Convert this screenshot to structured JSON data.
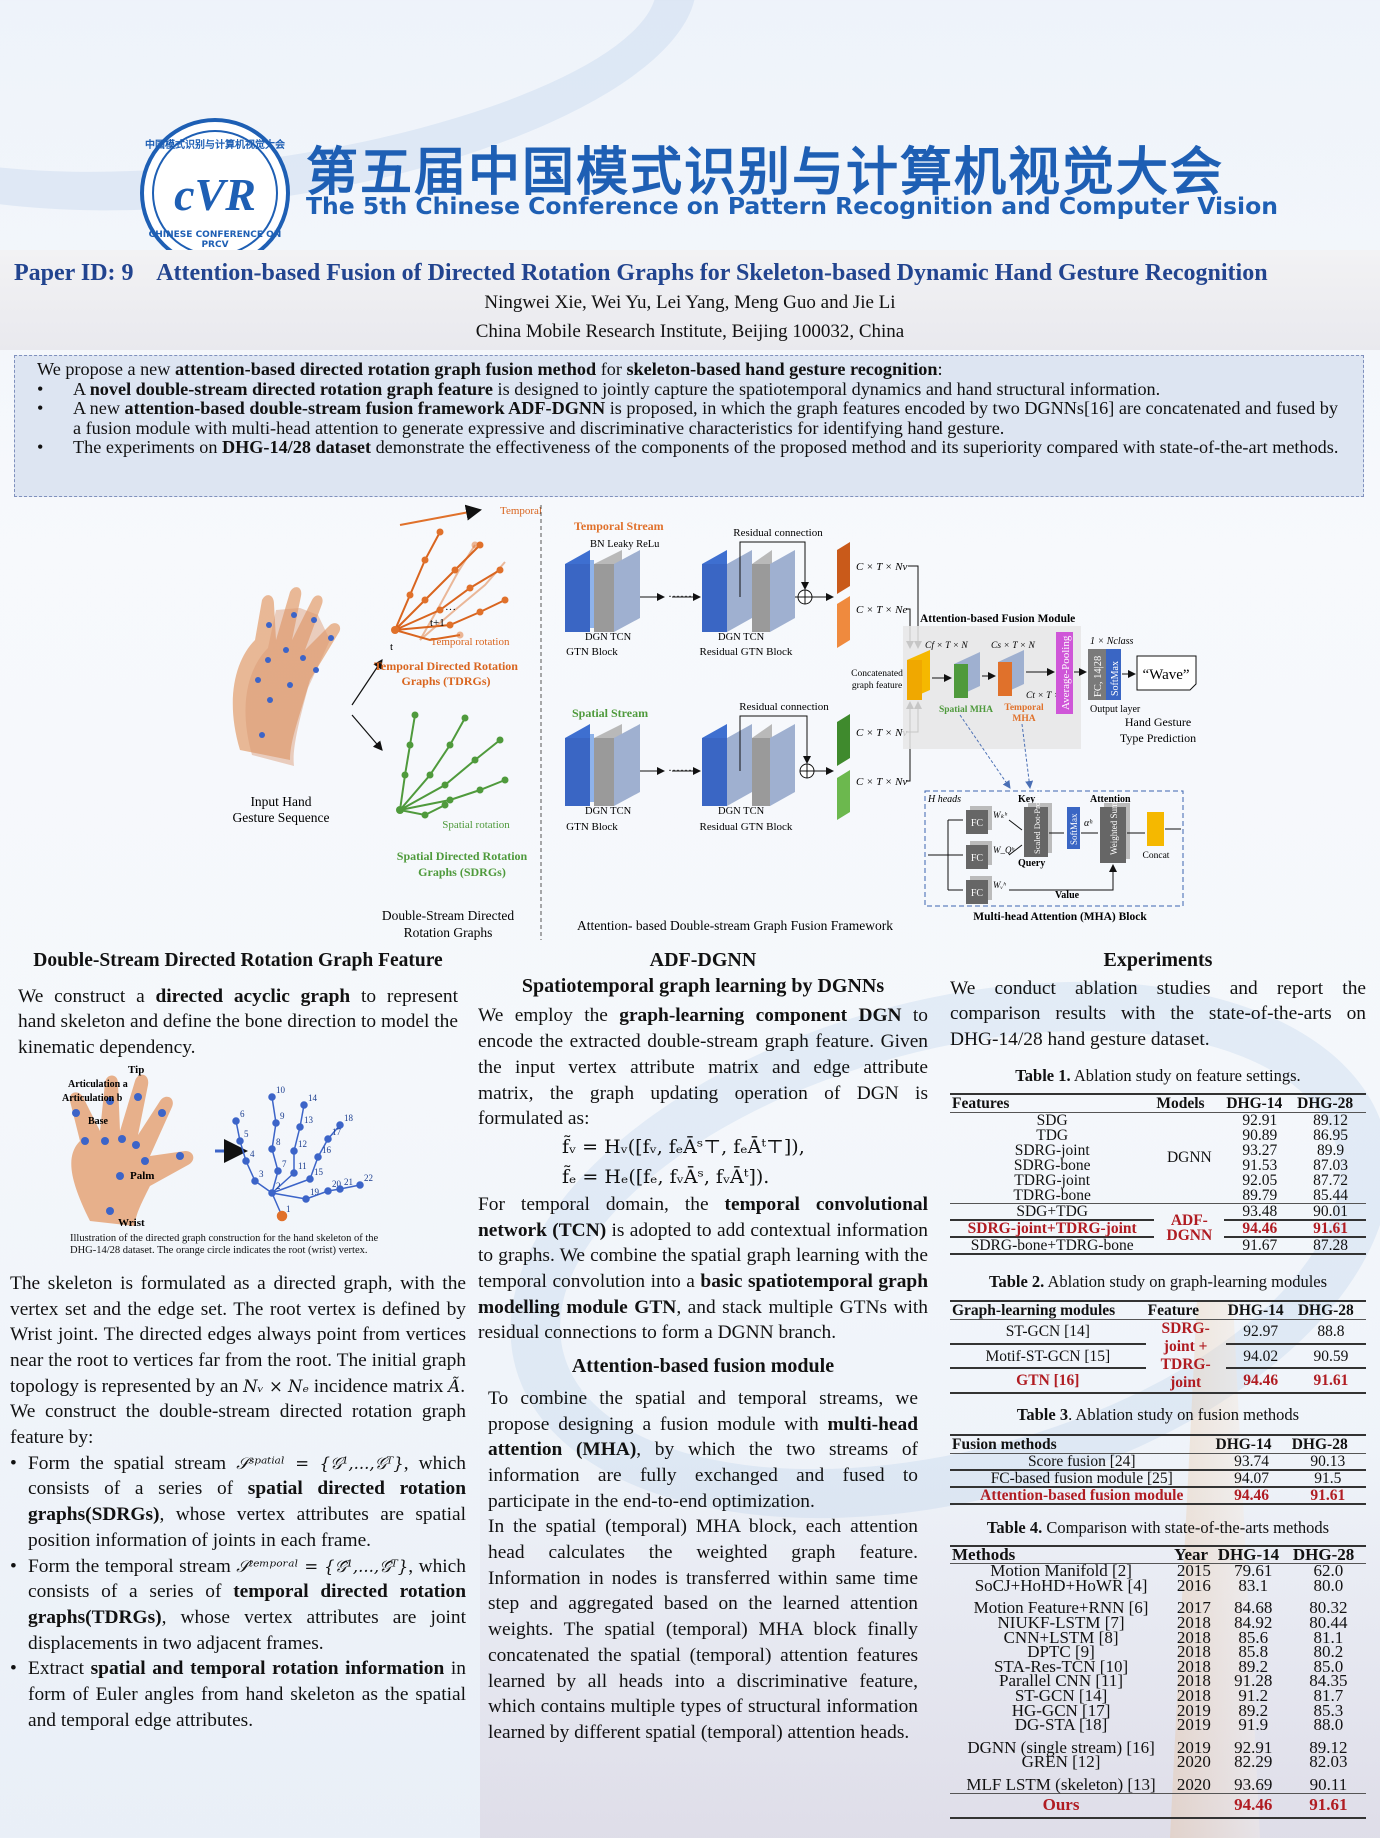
{
  "header": {
    "logo_ring_top": "中国模式识别与计算机视觉大会",
    "logo_ring_bottom": "CHINESE CONFERENCE ON PRCV",
    "logo_mark": "cVR",
    "title_cn": "第五届中国模式识别与计算机视觉大会",
    "title_en": "The 5th Chinese Conference on Pattern Recognition and Computer Vision"
  },
  "paper": {
    "title": "Paper ID: 9    Attention-based Fusion of Directed Rotation Graphs for Skeleton-based Dynamic Hand Gesture Recognition",
    "authors": "Ningwei Xie, Wei Yu, Lei Yang, Meng Guo and Jie Li",
    "affiliation": "China Mobile Research Institute, Beijing 100032, China"
  },
  "abstract": {
    "intro": [
      [
        "We propose a new ",
        ""
      ],
      [
        "attention-based directed rotation graph fusion method",
        "b"
      ],
      [
        " for ",
        ""
      ],
      [
        "skeleton-based hand gesture recognition",
        "b"
      ],
      [
        ":",
        ""
      ]
    ],
    "bullets": [
      [
        [
          "A ",
          ""
        ],
        [
          "novel double-stream directed rotation graph feature",
          "b"
        ],
        [
          " is designed to jointly capture the spatiotemporal dynamics and hand structural information.",
          ""
        ]
      ],
      [
        [
          "A new ",
          ""
        ],
        [
          "attention-based double-stream fusion framework ADF-DGNN",
          "b"
        ],
        [
          " is proposed, in which the graph features encoded by two DGNNs[16] are concatenated and fused by a fusion module with multi-head attention to generate expressive and discriminative characteristics for identifying hand gesture.",
          ""
        ]
      ],
      [
        [
          "The experiments on ",
          ""
        ],
        [
          "DHG-14/28 dataset",
          "b"
        ],
        [
          " demonstrate the effectiveness of the components of the proposed method and its superiority compared with state-of-the-art methods.",
          ""
        ]
      ]
    ]
  },
  "figure": {
    "temporal": "Temporal",
    "t": "t",
    "t1": "t+1",
    "dots": "···",
    "temporal_rotation": "Temporal rotation",
    "tdrg_1": "Temporal Directed Rotation",
    "tdrg_2": "Graphs (TDRGs)",
    "input_1": "Input Hand",
    "input_2": "Gesture Sequence",
    "spatial_rotation": "Spatial rotation",
    "sdrg_1": "Spatial Directed Rotation",
    "sdrg_2": "Graphs (SDRGs)",
    "ds_1": "Double-Stream Directed",
    "ds_2": "Rotation Graphs",
    "temporal_stream": "Temporal Stream",
    "spatial_stream": "Spatial Stream",
    "bn_leaky": "BN Leaky ReLu",
    "residual_connection": "Residual connection",
    "dgn_tcn": "DGN TCN",
    "gtn_block": "GTN Block",
    "residual_gtn_block": "Residual GTN Block",
    "ctnv": "C × T × Nv",
    "ctne": "C × T × Ne",
    "fusion_module": "Attention-based Fusion Module",
    "concat_1": "Concatenated",
    "concat_2": "graph feature",
    "cf": "Cf × T × N",
    "cs": "Cs × T × N",
    "ct": "Ct × T × N",
    "spatial_mha": "Spatial MHA",
    "temporal_mha_1": "Temporal",
    "temporal_mha_2": "MHA",
    "avg_pool": "Average-Pooling",
    "nclass": "1 × Nclass",
    "fc": "FC, 14|28",
    "softmax": "SoftMax",
    "output_layer": "Output layer",
    "wave": "“Wave”",
    "pred_1": "Hand Gesture",
    "pred_2": "Type Prediction",
    "h_heads": "H heads",
    "key": "Key",
    "query": "Query",
    "value": "Value",
    "attention": "Attention",
    "fc_short": "FC",
    "wk": "Wₖʰ",
    "wq": "W_Qʰ",
    "wv": "Wᵥʰ",
    "sdp": "Scaled Dot-Product",
    "alpha": "αʰ",
    "wsum": "Weighted Sum",
    "concat": "Concat",
    "mha_block": "Multi-head Attention (MHA) Block",
    "framework": "Attention- based Double-stream Graph Fusion Framework"
  },
  "left": {
    "heading": "Double-Stream Directed Rotation Graph Feature",
    "p1": [
      [
        "We construct a ",
        ""
      ],
      [
        "directed acyclic graph",
        "b"
      ],
      [
        " to represent hand skeleton and define the bone direction to model the kinematic dependency.",
        ""
      ]
    ],
    "hand_labels": {
      "tip": "Tip",
      "art_a": "Articulation a",
      "art_b": "Articulation b",
      "base": "Base",
      "palm": "Palm",
      "wrist": "Wrist"
    },
    "caption": "Illustration of the directed graph construction for the hand skeleton of the DHG-14/28 dataset. The orange circle indicates the root (wrist) vertex.",
    "p2": [
      [
        "The skeleton is formulated as a directed graph, with the vertex set and the edge set. The root vertex is defined by Wrist joint. The directed edges always point from vertices near the root to vertices far from the root. The initial graph topology is represented by an ",
        ""
      ],
      [
        "Nᵥ × Nₑ",
        "m"
      ],
      [
        " incidence matrix ",
        ""
      ],
      [
        "Ã",
        "m"
      ],
      [
        ".",
        ""
      ]
    ],
    "p3": "We construct the double-stream directed rotation graph feature by:",
    "bullets": [
      [
        [
          "Form the spatial stream ",
          ""
        ],
        [
          "𝒮ˢᵖᵃᵗⁱᵃˡ = {𝒢¹,...,𝒢ᵀ}",
          "m"
        ],
        [
          ", which consists of a series of ",
          ""
        ],
        [
          "spatial directed rotation graphs(SDRGs)",
          "b"
        ],
        [
          ", whose vertex attributes are spatial position  information of joints in each frame.",
          ""
        ]
      ],
      [
        [
          "Form the temporal stream ",
          ""
        ],
        [
          "𝒮ᵗᵉᵐᵖᵒʳᵃˡ = {𝒢̂¹,...,𝒢̂ᵀ}",
          "m"
        ],
        [
          ", which consists of a series of ",
          ""
        ],
        [
          "temporal directed rotation graphs(TDRGs)",
          "b"
        ],
        [
          ", whose vertex attributes are joint displacements in two adjacent frames.",
          ""
        ]
      ],
      [
        [
          "Extract ",
          ""
        ],
        [
          "spatial and temporal rotation information",
          "b"
        ],
        [
          " in form of Euler angles from hand skeleton as the spatial and temporal edge attributes.",
          ""
        ]
      ]
    ]
  },
  "middle": {
    "heading": "ADF-DGNN",
    "sub1": "Spatiotemporal graph learning by DGNNs",
    "p1": [
      [
        "We employ the ",
        ""
      ],
      [
        "graph-learning component DGN",
        "b"
      ],
      [
        " to encode the extracted double-stream graph feature. Given the input vertex attribute matrix and edge attribute matrix, the graph updating operation of DGN is formulated as:",
        ""
      ]
    ],
    "eq1": "f̃ᵥ = Hᵥ([fᵥ, fₑĀˢ⊤, fₑĀᵗ⊤]),",
    "eq2": "f̃ₑ = Hₑ([fₑ, fᵥĀˢ, fᵥĀᵗ]).",
    "p2": [
      [
        "For temporal domain, the ",
        ""
      ],
      [
        "temporal convolutional network (TCN)",
        "b"
      ],
      [
        " is adopted to add contextual information to graphs. We combine the spatial graph learning with the temporal convolution into a ",
        ""
      ],
      [
        "basic spatiotemporal graph modelling module GTN",
        "b"
      ],
      [
        ", and stack multiple GTNs with residual connections to form a DGNN branch.",
        ""
      ]
    ],
    "sub2": "Attention-based fusion module",
    "p3": [
      [
        "To combine the spatial and temporal streams, we propose designing a fusion module with ",
        ""
      ],
      [
        "multi-head attention (MHA)",
        "b"
      ],
      [
        ", by which the two streams of information are fully exchanged and fused to participate in the end-to-end optimization.",
        ""
      ]
    ],
    "p4": "In the spatial (temporal) MHA block, each attention head calculates the weighted graph feature. Information in nodes is transferred within same time step and aggregated based on the learned attention weights. The spatial (temporal) MHA block finally concatenated the spatial (temporal) attention features learned by all heads into a discriminative feature, which contains multiple types of structural information learned by different spatial (temporal) attention heads."
  },
  "right": {
    "heading": "Experiments",
    "p1": "We conduct ablation studies and report the comparison results with the state-of-the-arts on DHG-14/28 hand gesture dataset.",
    "table1": {
      "label": "Table 1.",
      "caption": "Ablation study on feature settings.",
      "headers": [
        "Features",
        "Models",
        "DHG-14",
        "DHG-28"
      ],
      "groups": [
        {
          "model": "DGNN",
          "rows": [
            [
              "SDG",
              "92.91",
              "89.12"
            ],
            [
              "TDG",
              "90.89",
              "86.95"
            ],
            [
              "SDRG-joint",
              "93.27",
              "89.9"
            ],
            [
              "SDRG-bone",
              "91.53",
              "87.03"
            ],
            [
              "TDRG-joint",
              "92.05",
              "87.72"
            ],
            [
              "TDRG-bone",
              "89.79",
              "85.44"
            ]
          ]
        },
        {
          "model": "ADF-DGNN",
          "model_highlight": true,
          "rows": [
            [
              "SDG+TDG",
              "93.48",
              "90.01"
            ],
            [
              "SDRG-joint+TDRG-joint",
              "94.46",
              "91.61",
              true
            ],
            [
              "SDRG-bone+TDRG-bone",
              "91.67",
              "87.28"
            ]
          ]
        }
      ]
    },
    "table2": {
      "label": "Table 2.",
      "caption": "Ablation study on graph-learning modules",
      "headers": [
        "Graph-learning modules",
        "Feature",
        "DHG-14",
        "DHG-28"
      ],
      "feature": "SDRG-joint + TDRG-joint",
      "rows": [
        [
          "ST-GCN [14]",
          "92.97",
          "88.8"
        ],
        [
          "Motif-ST-GCN [15]",
          "94.02",
          "90.59"
        ],
        [
          "GTN [16]",
          "94.46",
          "91.61",
          true
        ]
      ]
    },
    "table3": {
      "label": "Table 3",
      "caption": ". Ablation study on fusion methods",
      "headers": [
        "Fusion methods",
        "DHG-14",
        "DHG-28"
      ],
      "rows": [
        [
          "Score fusion [24]",
          "93.74",
          "90.13"
        ],
        [
          "FC-based fusion module [25]",
          "94.07",
          "91.5"
        ],
        [
          "Attention-based fusion module",
          "94.46",
          "91.61",
          true
        ]
      ]
    },
    "table4": {
      "label": "Table 4.",
      "caption": "Comparison with state-of-the-arts methods",
      "headers": [
        "Methods",
        "Year",
        "DHG-14",
        "DHG-28"
      ],
      "groups": [
        [
          [
            "Motion Manifold [2]",
            "2015",
            "79.61",
            "62.0"
          ],
          [
            "SoCJ+HoHD+HoWR [4]",
            "2016",
            "83.1",
            "80.0"
          ]
        ],
        [
          [
            "Motion Feature+RNN [6]",
            "2017",
            "84.68",
            "80.32"
          ],
          [
            "NIUKF-LSTM [7]",
            "2018",
            "84.92",
            "80.44"
          ],
          [
            "CNN+LSTM [8]",
            "2018",
            "85.6",
            "81.1"
          ],
          [
            "DPTC [9]",
            "2018",
            "85.8",
            "80.2"
          ],
          [
            "STA-Res-TCN [10]",
            "2018",
            "89.2",
            "85.0"
          ],
          [
            "Parallel CNN [11]",
            "2018",
            "91.28",
            "84.35"
          ],
          [
            "ST-GCN [14]",
            "2018",
            "91.2",
            "81.7"
          ],
          [
            "HG-GCN [17]",
            "2019",
            "89.2",
            "85.3"
          ],
          [
            "DG-STA [18]",
            "2019",
            "91.9",
            "88.0"
          ]
        ],
        [
          [
            "DGNN (single stream) [16]",
            "2019",
            "92.91",
            "89.12"
          ],
          [
            "GREN [12]",
            "2020",
            "82.29",
            "82.03"
          ]
        ],
        [
          [
            "MLF LSTM (skeleton) [13]",
            "2020",
            "93.69",
            "90.11"
          ]
        ]
      ],
      "ours": [
        "Ours",
        "",
        "94.46",
        "91.61"
      ]
    }
  },
  "colors": {
    "brand_blue": "#1e5fb4",
    "title_blue": "#22448f",
    "highlight_red": "#b01c22",
    "temporal_orange": "#e0712b",
    "spatial_green": "#4f9a3c"
  }
}
